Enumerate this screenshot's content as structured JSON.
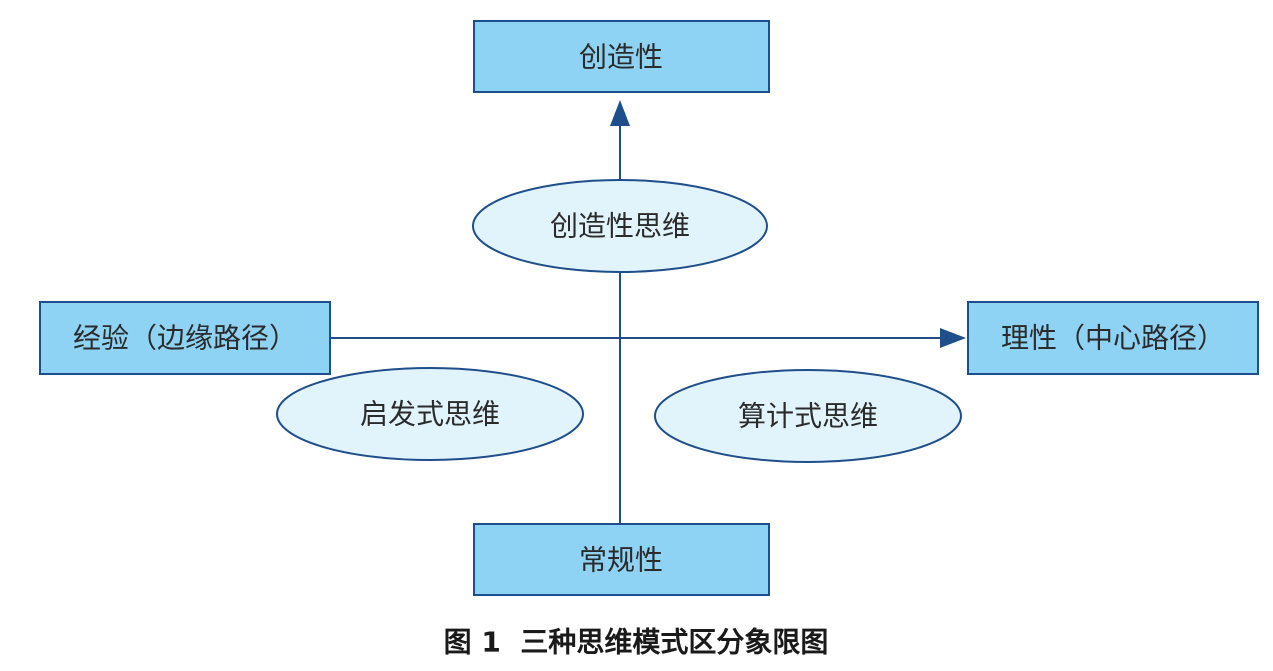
{
  "diagram": {
    "top_box": "创造性",
    "bottom_box": "常规性",
    "left_box": "经验（边缘路径）",
    "right_box": "理性（中心路径）",
    "top_ellipse": "创造性思维",
    "left_ellipse": "启发式思维",
    "right_ellipse": "算计式思维"
  },
  "caption": "图 1  三种思维模式区分象限图",
  "colors": {
    "box_fill": "#8fd3f4",
    "ellipse_fill": "#e1f3fb",
    "stroke": "#1f4e8c"
  }
}
